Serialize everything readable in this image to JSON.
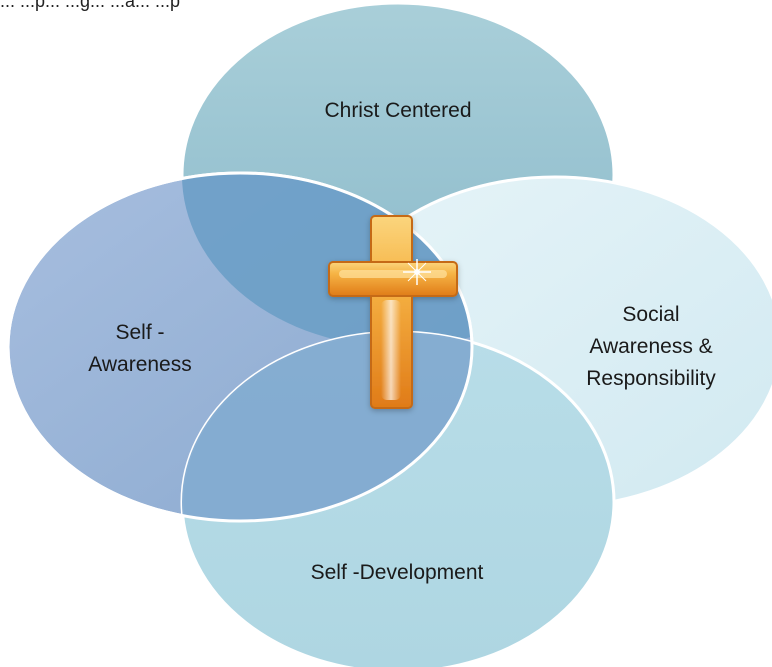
{
  "header": {
    "clipped_text": "... ...p... ...g... ...a... ...p"
  },
  "diagram": {
    "circles": {
      "top": {
        "label": "Christ Centered",
        "color": "#8fbccc"
      },
      "left": {
        "label_lines": [
          "Self -",
          "Awareness"
        ],
        "color": "#98b4d6"
      },
      "right": {
        "label_lines": [
          "Social",
          "Awareness &",
          "Responsibility"
        ],
        "color": "#d6ecf3"
      },
      "bottom": {
        "label": "Self -Development",
        "color": "#b4dbe6"
      }
    },
    "overlap_color": "#6b9fc6",
    "center_symbol": {
      "name": "cross",
      "color": "#f0a233"
    }
  }
}
